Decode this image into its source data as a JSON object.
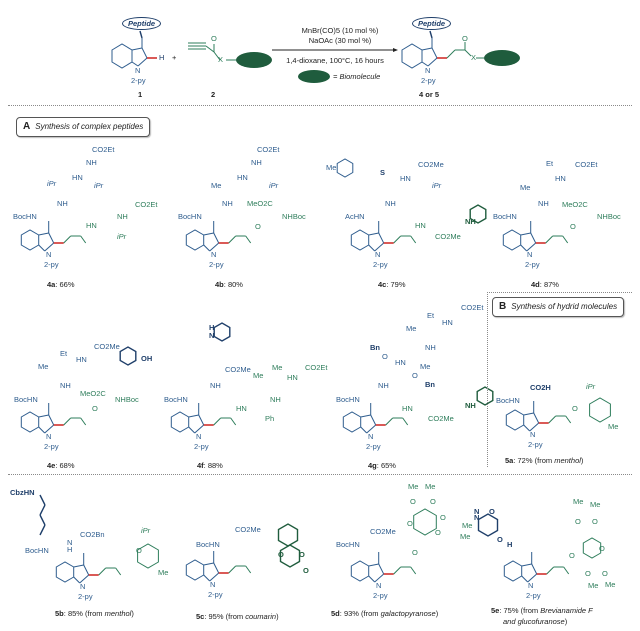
{
  "scheme": {
    "reactant1": {
      "tag": "Peptide",
      "h_label": "H",
      "n_label": "N",
      "substituent": "2-py",
      "number": "1"
    },
    "plus": "+",
    "reactant2": {
      "x_label": "X",
      "o_label": "O",
      "number": "2"
    },
    "conditions": {
      "line1": "MnBr(CO)5 (10 mol %)",
      "line2": "NaOAc (30 mol %)",
      "line3": "1,4-dioxane, 100°C, 16 hours",
      "legend": "= Biomolecule"
    },
    "product": {
      "tag": "Peptide",
      "n_label": "N",
      "substituent": "2-py",
      "x_label": "X",
      "o_label": "O",
      "number": "4 or 5"
    }
  },
  "sections": {
    "A": {
      "letter": "A",
      "title": "Synthesis of complex peptides"
    },
    "B": {
      "letter": "B",
      "title": "Synthesis of hydrid molecules"
    }
  },
  "compounds": [
    {
      "id": "4a",
      "yield": "66%",
      "source": "",
      "groups": [
        "CO2Et",
        "NH",
        "HN",
        "iPr",
        "iPr",
        "NH",
        "BocHN",
        "HN",
        "NH",
        "CO2Et",
        "iPr",
        "N",
        "2-py"
      ]
    },
    {
      "id": "4b",
      "yield": "80%",
      "source": "",
      "groups": [
        "CO2Et",
        "NH",
        "HN",
        "Me",
        "iPr",
        "NH",
        "MeO2C",
        "NHBoc",
        "BocHN",
        "O",
        "N",
        "2-py"
      ]
    },
    {
      "id": "4c",
      "yield": "79%",
      "source": "",
      "groups": [
        "Me",
        "S",
        "CO2Me",
        "HN",
        "iPr",
        "NH",
        "AcHN",
        "HN",
        "CO2Me",
        "NH",
        "N",
        "2-py"
      ]
    },
    {
      "id": "4d",
      "yield": "87%",
      "source": "",
      "groups": [
        "Et",
        "Me",
        "HN",
        "CO2Et",
        "NH",
        "MeO2C",
        "NHBoc",
        "BocHN",
        "O",
        "N",
        "2-py"
      ]
    },
    {
      "id": "4e",
      "yield": "68%",
      "source": "",
      "groups": [
        "Et",
        "Me",
        "HN",
        "CO2Me",
        "OH",
        "NH",
        "MeO2C",
        "NHBoc",
        "BocHN",
        "O",
        "N",
        "2-py"
      ]
    },
    {
      "id": "4f",
      "yield": "88%",
      "source": "",
      "groups": [
        "H",
        "N",
        "CO2Me",
        "Me",
        "Me",
        "HN",
        "CO2Et",
        "NH",
        "NH",
        "BocHN",
        "HN",
        "Ph",
        "N",
        "2-py"
      ]
    },
    {
      "id": "4g",
      "yield": "65%",
      "source": "",
      "groups": [
        "CO2Et",
        "Et",
        "Me",
        "HN",
        "NH",
        "Bn",
        "O",
        "HN",
        "Me",
        "O",
        "Bn",
        "NH",
        "BocHN",
        "HN",
        "NH",
        "CO2Me",
        "N",
        "2-py"
      ]
    },
    {
      "id": "5a",
      "yield": "72%",
      "source": "menthol",
      "groups": [
        "CO2H",
        "BocHN",
        "iPr",
        "O",
        "Me",
        "N",
        "2-py"
      ]
    },
    {
      "id": "5b",
      "yield": "85%",
      "source": "menthol",
      "groups": [
        "CbzHN",
        "CO2Bn",
        "BocHN",
        "H",
        "N",
        "iPr",
        "O",
        "Me",
        "N",
        "2-py"
      ]
    },
    {
      "id": "5c",
      "yield": "95%",
      "source": "coumarin",
      "groups": [
        "CO2Me",
        "BocHN",
        "O",
        "O",
        "O",
        "N",
        "2-py"
      ]
    },
    {
      "id": "5d",
      "yield": "93%",
      "source": "galactopyranose",
      "groups": [
        "Me",
        "Me",
        "O",
        "O",
        "O",
        "O",
        "O",
        "Me",
        "Me",
        "CO2Me",
        "BocHN",
        "O",
        "N",
        "2-py"
      ]
    },
    {
      "id": "5e",
      "yield": "75%",
      "source": "Brevianamide F",
      "source2": "and glucofuranose",
      "groups": [
        "N",
        "O",
        "O",
        "N",
        "H",
        "Me",
        "Me",
        "O",
        "O",
        "O",
        "O",
        "O",
        "O",
        "Me",
        "Me",
        "N",
        "2-py"
      ]
    }
  ],
  "labels": {
    "from": "(from ",
    "close": ")"
  },
  "colors": {
    "peptide_blue": "#2f5d8e",
    "biomolecule_green": "#2e7d5b",
    "dark_green": "#1f5c3d",
    "new_bond_red": "#d0312d"
  }
}
